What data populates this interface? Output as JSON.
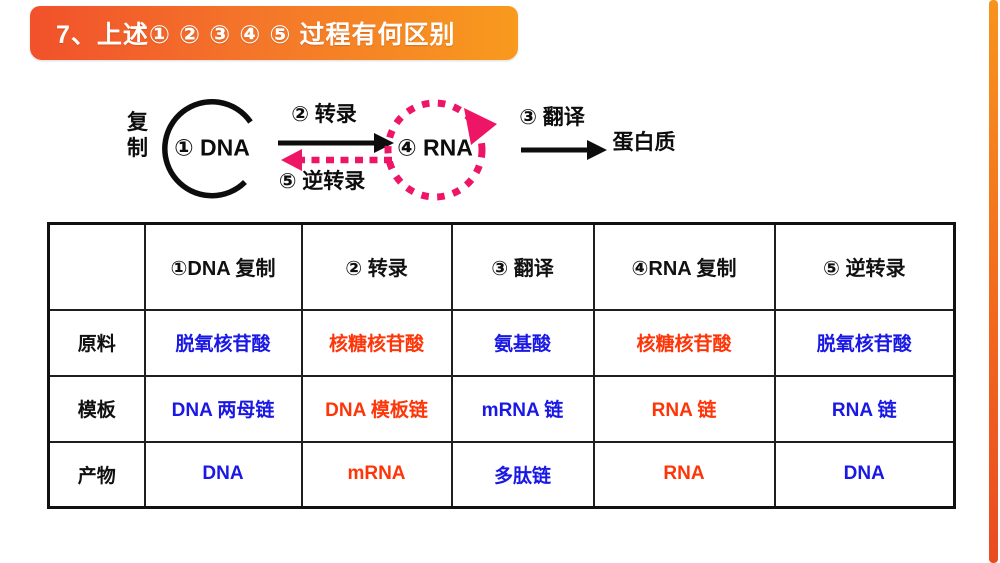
{
  "title": "7、上述① ② ③ ④ ⑤ 过程有何区别",
  "colors": {
    "banner_left": "#f1512b",
    "banner_right": "#f89a1e",
    "accent_pink": "#ee1566",
    "text_blue": "#1a18e4",
    "text_red": "#fe3508",
    "line_black": "#0d0d0d"
  },
  "diagram": {
    "replication_label": "复制",
    "dna_label": "① DNA",
    "transcription_label": "② 转录",
    "reverse_transcription_label": "⑤ 逆转录",
    "rna_label": "④ RNA",
    "translation_label": "③ 翻译",
    "protein_label": "蛋白质"
  },
  "table": {
    "headers": [
      "",
      "①DNA 复制",
      "② 转录",
      "③ 翻译",
      "④RNA 复制",
      "⑤ 逆转录"
    ],
    "rows": [
      {
        "label": "原料",
        "cells": [
          {
            "text": "脱氧核苷酸",
            "color": "#1a18e4"
          },
          {
            "text": "核糖核苷酸",
            "color": "#fe3508"
          },
          {
            "text": "氨基酸",
            "color": "#1a18e4"
          },
          {
            "text": "核糖核苷酸",
            "color": "#fe3508"
          },
          {
            "text": "脱氧核苷酸",
            "color": "#1a18e4"
          }
        ]
      },
      {
        "label": "模板",
        "cells": [
          {
            "text": "DNA 两母链",
            "color": "#1a18e4"
          },
          {
            "text": "DNA 模板链",
            "color": "#fe3508"
          },
          {
            "text": "mRNA 链",
            "color": "#1a18e4"
          },
          {
            "text": "RNA 链",
            "color": "#fe3508"
          },
          {
            "text": "RNA 链",
            "color": "#1a18e4"
          }
        ]
      },
      {
        "label": "产物",
        "cells": [
          {
            "text": "DNA",
            "color": "#1a18e4"
          },
          {
            "text": "mRNA",
            "color": "#fe3508"
          },
          {
            "text": "多肽链",
            "color": "#1a18e4"
          },
          {
            "text": "RNA",
            "color": "#fe3508"
          },
          {
            "text": "DNA",
            "color": "#1a18e4"
          }
        ]
      }
    ]
  }
}
